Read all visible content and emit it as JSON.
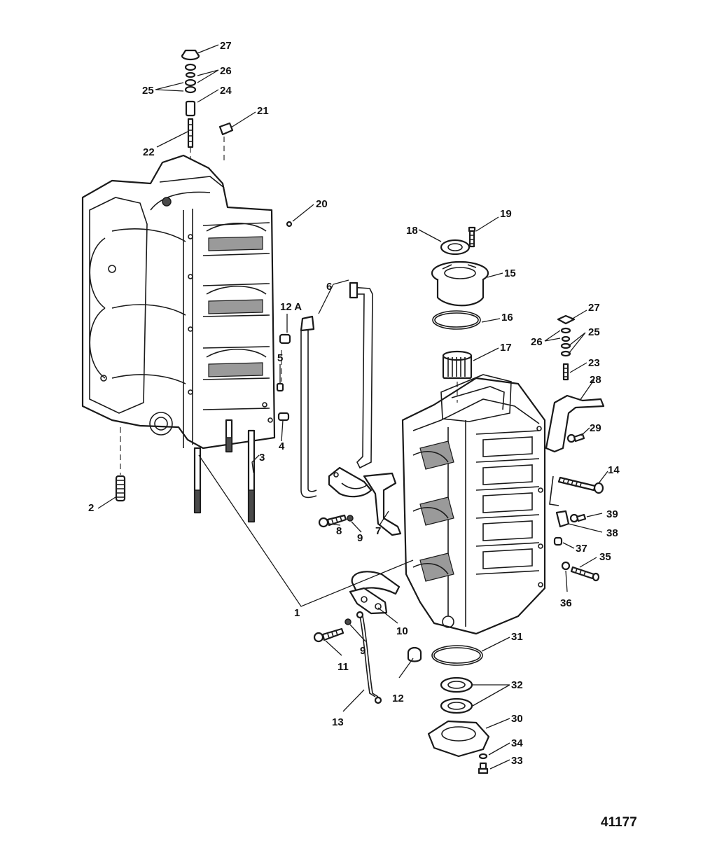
{
  "figure_number": "41177",
  "callouts": [
    {
      "id": "c27a",
      "text": "27"
    },
    {
      "id": "c26a",
      "text": "26"
    },
    {
      "id": "c25a",
      "text": "25"
    },
    {
      "id": "c24",
      "text": "24"
    },
    {
      "id": "c21",
      "text": "21"
    },
    {
      "id": "c22",
      "text": "22"
    },
    {
      "id": "c20",
      "text": "20"
    },
    {
      "id": "c12A",
      "text": "12 A"
    },
    {
      "id": "c6",
      "text": "6"
    },
    {
      "id": "c5",
      "text": "5"
    },
    {
      "id": "c4",
      "text": "4"
    },
    {
      "id": "c3",
      "text": "3"
    },
    {
      "id": "c2",
      "text": "2"
    },
    {
      "id": "c18",
      "text": "18"
    },
    {
      "id": "c19",
      "text": "19"
    },
    {
      "id": "c15",
      "text": "15"
    },
    {
      "id": "c16",
      "text": "16"
    },
    {
      "id": "c17",
      "text": "17"
    },
    {
      "id": "c27b",
      "text": "27"
    },
    {
      "id": "c25b",
      "text": "25"
    },
    {
      "id": "c26b",
      "text": "26"
    },
    {
      "id": "c23",
      "text": "23"
    },
    {
      "id": "c28",
      "text": "28"
    },
    {
      "id": "c29",
      "text": "29"
    },
    {
      "id": "c14",
      "text": "14"
    },
    {
      "id": "c39",
      "text": "39"
    },
    {
      "id": "c38",
      "text": "38"
    },
    {
      "id": "c37",
      "text": "37"
    },
    {
      "id": "c35",
      "text": "35"
    },
    {
      "id": "c36",
      "text": "36"
    },
    {
      "id": "c8",
      "text": "8"
    },
    {
      "id": "c9a",
      "text": "9"
    },
    {
      "id": "c7",
      "text": "7"
    },
    {
      "id": "c1",
      "text": "1"
    },
    {
      "id": "c10",
      "text": "10"
    },
    {
      "id": "c9b",
      "text": "9"
    },
    {
      "id": "c11",
      "text": "11"
    },
    {
      "id": "c12",
      "text": "12"
    },
    {
      "id": "c13",
      "text": "13"
    },
    {
      "id": "c31",
      "text": "31"
    },
    {
      "id": "c32",
      "text": "32"
    },
    {
      "id": "c30",
      "text": "30"
    },
    {
      "id": "c34",
      "text": "34"
    },
    {
      "id": "c33",
      "text": "33"
    }
  ]
}
